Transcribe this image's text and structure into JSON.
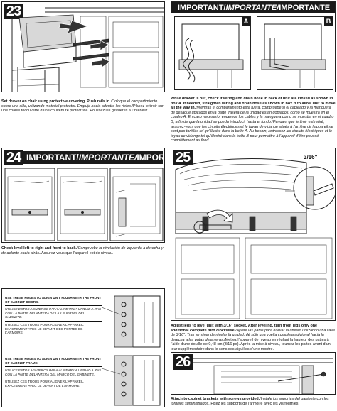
{
  "steps": {
    "step23": {
      "number": "23",
      "caption_bold": "Set drawer on chair using protective covering. Push rails in.",
      "caption_es": "/Coloque el compartimiento sobre una silla, utilizando material protector. Empuje hacia adentro los rieles.",
      "caption_fr": "/Placez le tiroir sur une chaise recouverte d’une couverture protectrice. Poussez les glissières à l’intérieur."
    },
    "stepImportant": {
      "banner_en": "IMPORTANT/",
      "banner_es": "IMPORTANTE/",
      "banner_fr": "IMPORTANTE",
      "box_a": "A",
      "box_b": "B",
      "caption_bold": "While drawer is out, check if wiring and drain hose in back of unit are kinked as shown in box A. If needed, straighten wiring and drain hose as shown in box B to allow unit to move all the way in.",
      "caption_es": "/Mientras el compartimento está fuera, compruebe si el cableado y la manguera de desagüe ubicados en la parte trasera de la unidad están doblados, como se muestra en el cuadro A. En caso necesario, enderece los cables y la manguera como se muestra en el cuadro B, a fin de que la unidad se pueda introducir hasta el fondo.",
      "caption_fr": "/Pendant que le tiroir est retiré, assurez-vous que les circuits électriques et le tuyau de vidange situés à l’arrière de l’appareil ne sont pas tortillés tel qu’illustré dans la boîte A. Au besoin, redressez les circuits électriques et le tuyau de vidange tel qu’illustré dans la boîte B pour permettre à l’appareil d’être poussé complètement au fond."
    },
    "step24": {
      "number": "24",
      "banner_en": "IMPORTANT/",
      "banner_es": "IMPORTANTE/",
      "banner_fr": "IMPORTANTE",
      "caption_bold": "Check level left to right and front to back.",
      "caption_es": "/Compruebe la nivelación de izquierda a derecha y de delante hacia atrás.",
      "caption_fr": "/Assurez-vous que l’appareil est de niveau."
    },
    "step25": {
      "number": "25",
      "socket_label": "3/16\"",
      "caption_bold": "Adjust legs to level unit with 3/16\" socket. After leveling, turn front legs only one additional complete turn clockwise.",
      "caption_es": "/Ajuste las patas para nivelar la unidad utilizando una llave de 3/16\". Tras terminar de nivelar la unidad, dé sólo una vuelta completa adicional hacia la derecha a las patas delanteras.",
      "caption_fr": "/Mettez l’appareil de niveau en réglant la hauteur des pattes à l’aide d’une douille de 0,48 cm (3/16 po). Après la mise à niveau, tournez les pattes avant d’un tour supplémentaire dans le sens des aiguilles d’une montre."
    },
    "holes": {
      "doors_en": "USE THESE HOLES TO ALIGN UNIT FLUSH WITH THE FRONT OF CABINET DOORS.",
      "doors_es": "UTILICE ESTOS AGUJEROS PARA ALINEAR LA UNIDAD A RAS CON LA PARTE DELANTERA DE LAS PUERTAS DEL GABINETE.",
      "doors_fr": "UTILISEZ CES TROUS POUR ALIGNER L’APPAREIL EXACTEMENT AVEC LE DEVANT DES PORTES DE L’ARMOIRE.",
      "frame_en": "USE THESE HOLES TO ALIGN UNIT FLUSH WITH THE FRONT OF CABINET FRAME.",
      "frame_es": "UTILICE ESTOS AGUJEROS PARA ALINEAR LA UNIDAD A RAS CON LA PARTE DELANTERA DEL MARCO DEL GABINETE.",
      "frame_fr": "UTILISEZ CES TROUS POUR ALIGNER L’APPAREIL EXACTEMENT AVEC LE DEVANT DE L’ARMOIRE."
    },
    "step26": {
      "number": "26",
      "caption_bold": "Attach to cabinet brackets with screws provided.",
      "caption_es": "/Instale los soportes del gabinete con los tornillos suministrados.",
      "caption_fr": "/Fixez les supports de l’armoire avec les vis fournies."
    }
  }
}
